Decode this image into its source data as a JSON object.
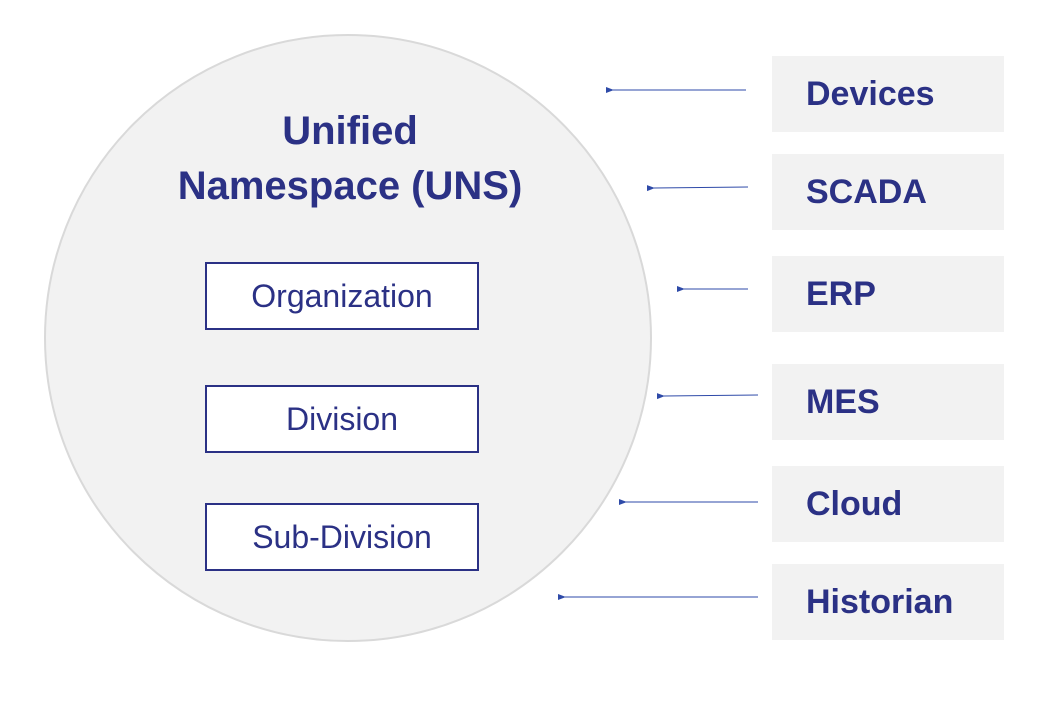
{
  "diagram": {
    "title": "Unified\nNamespace (UNS)",
    "levels": [
      "Organization",
      "Division",
      "Sub-Division"
    ],
    "sources": [
      "Devices",
      "SCADA",
      "ERP",
      "MES",
      "Cloud",
      "Historian"
    ]
  },
  "colors": {
    "text": "#2b3185",
    "circle_fill": "#f2f2f2",
    "box_fill": "#f2f2f2",
    "arrow": "#2e4aa8"
  }
}
